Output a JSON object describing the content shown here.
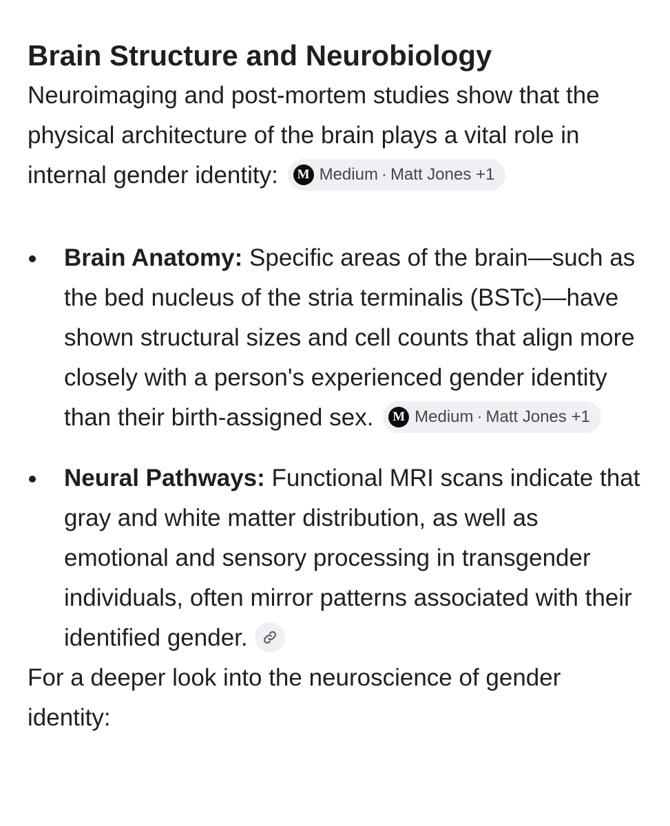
{
  "section": {
    "title": "Brain Structure and Neurobiology",
    "intro": "Neuroimaging and post-mortem studies show that the physical architecture of the brain plays a vital role in internal gender identity:",
    "intro_citation": {
      "logo": "M",
      "source": "Medium",
      "separator": "·",
      "author": "Matt Jones",
      "more": "+1"
    }
  },
  "bullets": [
    {
      "term": "Brain Anatomy:",
      "text": " Specific areas of the brain—such as the bed nucleus of the stria terminalis (BSTc)—have shown structural sizes and cell counts that align more closely with a person's experienced gender identity than their birth-assigned sex.",
      "citation": {
        "logo": "M",
        "source": "Medium",
        "separator": "·",
        "author": "Matt Jones",
        "more": "+1"
      }
    },
    {
      "term": "Neural Pathways:",
      "text": " Functional MRI scans indicate that gray and white matter distribution, as well as emotional and sensory processing in transgender individuals, often mirror patterns associated with their identified gender.",
      "link_icon": "link-icon"
    }
  ],
  "outro": "For a deeper look into the neuroscience of gender identity:"
}
